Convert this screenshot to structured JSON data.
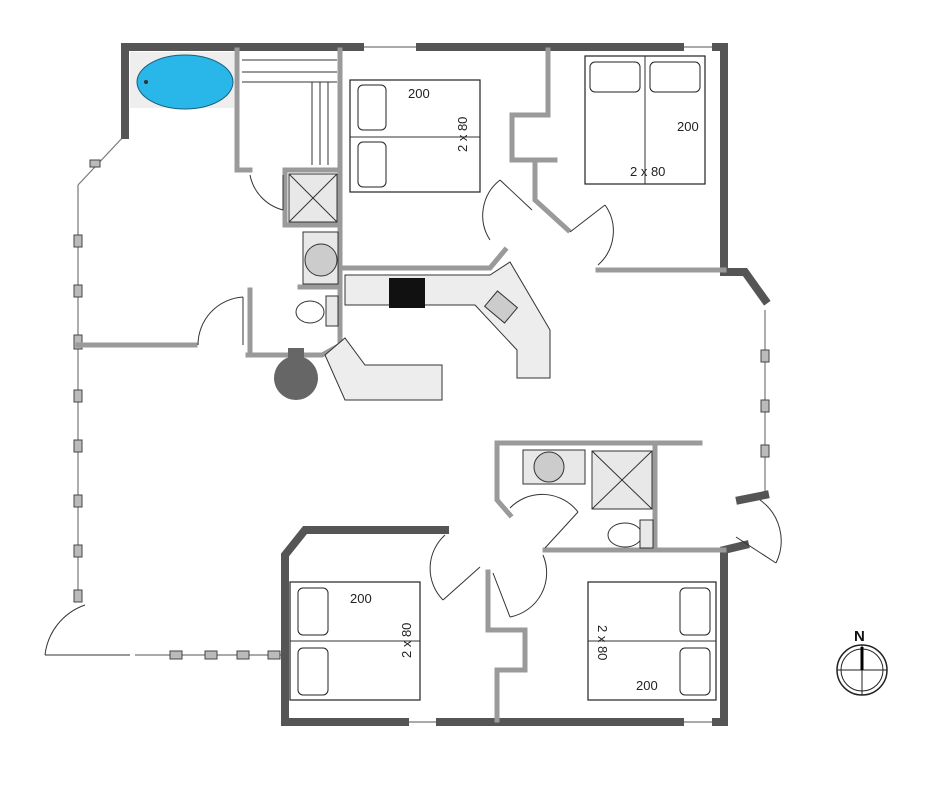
{
  "plan": {
    "compass_label": "N",
    "bedrooms": [
      {
        "length": "200",
        "width": "2 x 80"
      },
      {
        "length": "200",
        "width": "2 x 80"
      },
      {
        "length": "200",
        "width": "2 x 80"
      },
      {
        "length": "200",
        "width": "2 x 80"
      }
    ],
    "colors": {
      "wall": "#808080",
      "bathtub": "#29b6e8",
      "counter": "#ededed",
      "stove": "#111111"
    }
  }
}
